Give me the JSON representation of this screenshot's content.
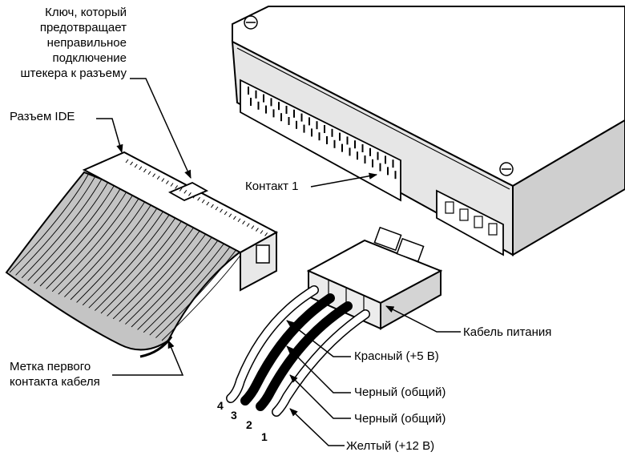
{
  "labels": {
    "key_line1": "Ключ, который",
    "key_line2": "предотвращает",
    "key_line3": "неправильное",
    "key_line4": "подключение",
    "key_line5": "штекера к разъему",
    "ide_connector": "Разъем IDE",
    "pin1_contact": "Контакт 1",
    "power_cable": "Кабель питания",
    "red": "Красный (+5 В)",
    "black1": "Черный (общий)",
    "black2": "Черный (общий)",
    "yellow": "Желтый (+12 В)",
    "stripe_line1": "Метка первого",
    "stripe_line2": "контакта кабеля"
  },
  "wire_numbers": [
    "4",
    "3",
    "2",
    "1"
  ],
  "colors": {
    "line": "#000000",
    "background": "#ffffff",
    "drive_face": "#d0d0d0",
    "ribbon": "#bdbdbd"
  }
}
